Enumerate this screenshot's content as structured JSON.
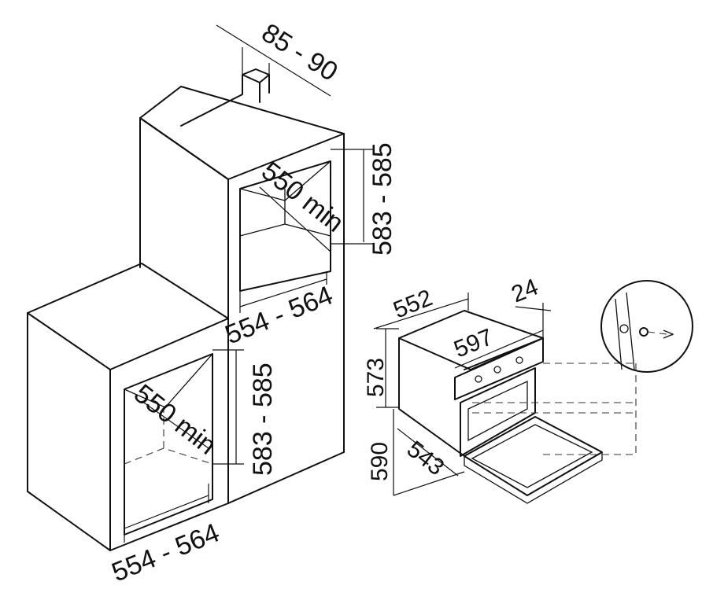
{
  "labels": {
    "flue_depth": "85 - 90",
    "upper_inner_depth": "550 min",
    "upper_height": "583 - 585",
    "upper_width": "554 - 564",
    "lower_inner_depth": "550 min",
    "lower_height": "583 - 585",
    "lower_width": "554 - 564",
    "oven_depth": "552",
    "oven_front_thickness": "24",
    "oven_width": "597",
    "oven_body_height": "573",
    "oven_total_height": "590",
    "oven_body_depth": "543"
  }
}
